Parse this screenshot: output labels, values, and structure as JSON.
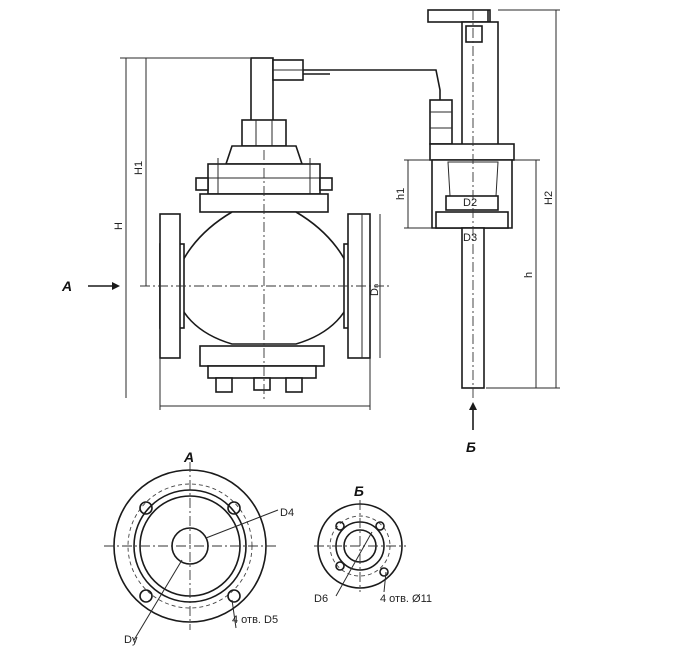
{
  "labels": {
    "view_a_arrow": "А",
    "view_b_arrow": "Б",
    "view_a_title": "А",
    "view_b_title": "Б",
    "dim_H": "H",
    "dim_H1": "H1",
    "dim_H2": "H2",
    "dim_h": "h",
    "dim_h1": "h1",
    "dim_D2": "D2",
    "dim_D3": "D3",
    "dim_Dn": "Dₙ",
    "dim_D4": "D4",
    "dim_D6": "D6",
    "dim_Dy": "Dy",
    "holes_D5": "4 отв. D5",
    "holes_11": "4 отв. Ø11"
  }
}
